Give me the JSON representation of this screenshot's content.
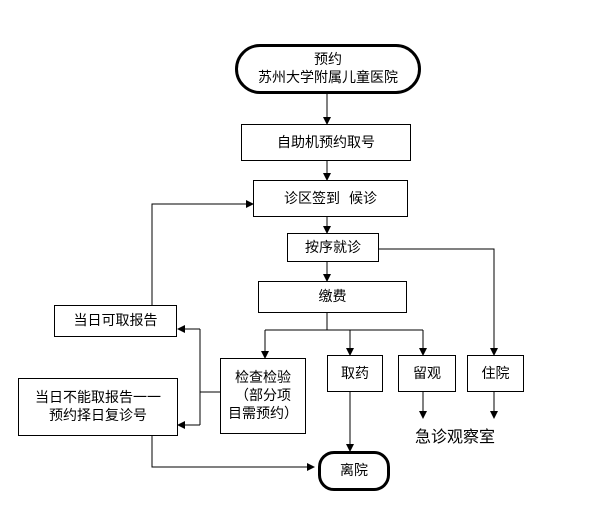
{
  "nodes": {
    "start_line1": "预约",
    "start_line2": "苏州大学附属儿童医院",
    "self_service": "自助机预约取号",
    "checkin": "诊区签到  候诊",
    "consult": "按序就诊",
    "payment": "缴费",
    "report_sameday": "当日可取报告",
    "report_notsameday_line1": "当日不能取报告一一",
    "report_notsameday_line2": "预约择日复诊号",
    "exam_line1": "检查检验",
    "exam_line2": "（部分项",
    "exam_line3": "目需预约）",
    "medicine": "取药",
    "observation": "留观",
    "inpatient": "住院",
    "discharge": "离院"
  },
  "annotations": {
    "emergency_room": "急诊观察室"
  }
}
